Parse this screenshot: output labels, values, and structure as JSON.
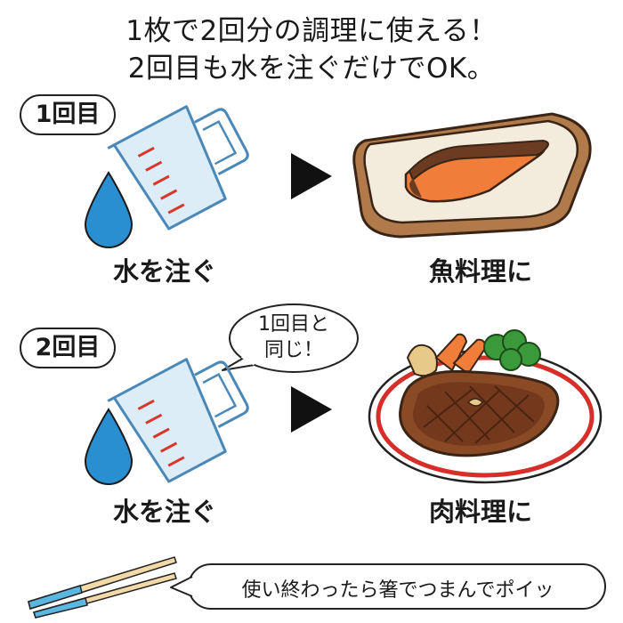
{
  "headline": {
    "line1": "1枚で2回分の調理に使える！",
    "line2": "2回目も水を注ぐだけでOK。"
  },
  "steps": [
    {
      "badge": "1回目",
      "action_label": "水を注ぐ",
      "result_label": "魚料理に"
    },
    {
      "badge": "2回目",
      "action_label": "水を注ぐ",
      "result_label": "肉料理に",
      "bubble_line1": "1回目と",
      "bubble_line2": "同じ！"
    }
  ],
  "tip": {
    "text": "使い終わったら箸でつまんでポイッ"
  },
  "colors": {
    "water_blue": "#2a8fd0",
    "cup_blue": "#dcedf8",
    "cup_marks": "#d9362c",
    "salmon": "#f07d3a",
    "wrap": "#f3ecdc",
    "board": "#b07a4a",
    "steak": "#8a4a26",
    "plate_rim": "#d62f2a",
    "chopstick": "#5bb6e0"
  }
}
